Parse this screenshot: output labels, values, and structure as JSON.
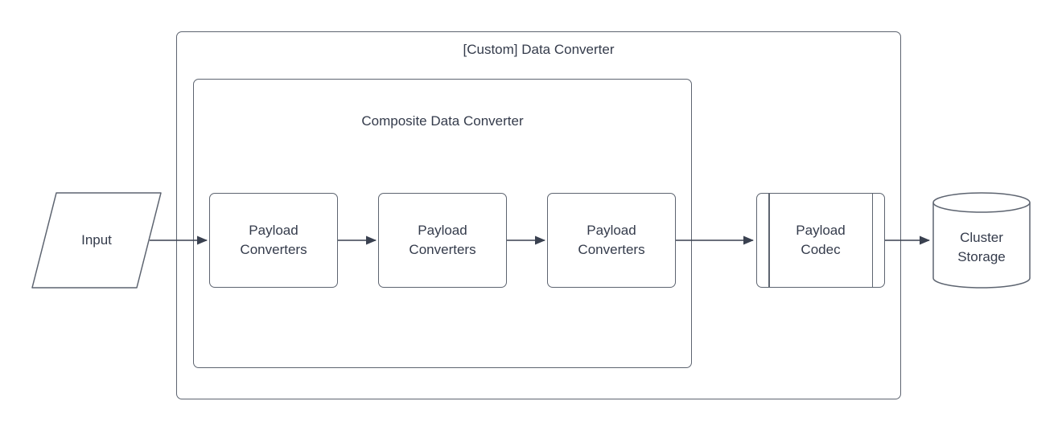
{
  "diagram": {
    "type": "flowchart",
    "containers": [
      {
        "id": "custom-data-converter",
        "label": "[Custom] Data Converter"
      },
      {
        "id": "composite-data-converter",
        "label": "Composite Data Converter"
      }
    ],
    "nodes": [
      {
        "id": "input",
        "label": "Input",
        "shape": "parallelogram"
      },
      {
        "id": "payload-converters-1",
        "label": "Payload Converters",
        "shape": "rounded-rectangle"
      },
      {
        "id": "payload-converters-2",
        "label": "Payload Converters",
        "shape": "rounded-rectangle"
      },
      {
        "id": "payload-converters-3",
        "label": "Payload Converters",
        "shape": "rounded-rectangle"
      },
      {
        "id": "payload-codec",
        "label": "Payload Codec",
        "shape": "predefined-process"
      },
      {
        "id": "cluster-storage",
        "label": "Cluster Storage",
        "shape": "cylinder"
      }
    ],
    "edges": [
      {
        "from": "input",
        "to": "payload-converters-1",
        "arrow": "right"
      },
      {
        "from": "payload-converters-1",
        "to": "payload-converters-2",
        "arrow": "right"
      },
      {
        "from": "payload-converters-2",
        "to": "payload-converters-3",
        "arrow": "right"
      },
      {
        "from": "payload-converters-3",
        "to": "payload-codec",
        "arrow": "right"
      },
      {
        "from": "payload-codec",
        "to": "cluster-storage",
        "arrow": "right"
      }
    ],
    "colors": {
      "background": "#ffffff",
      "shape_stroke": "#5d6470",
      "text": "#343b4b",
      "arrow": "#3a4150",
      "shape_fill": "#ffffff"
    }
  }
}
